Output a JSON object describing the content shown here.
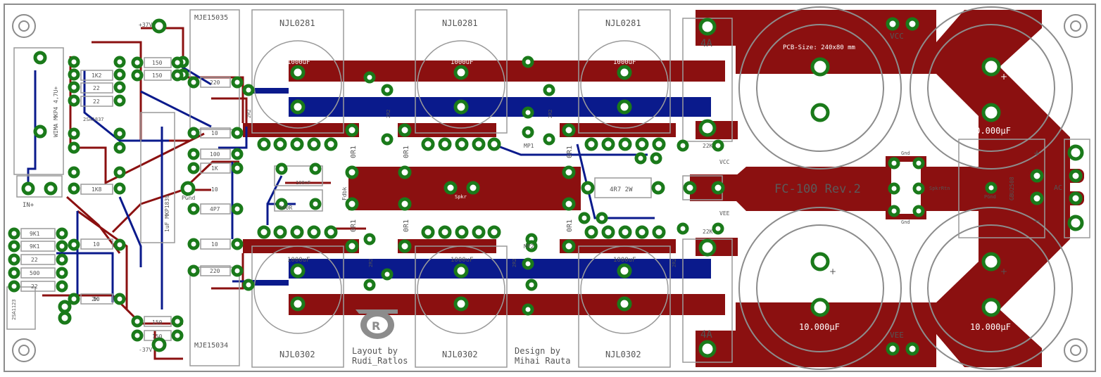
{
  "board": {
    "title": "FC-100 Rev.2",
    "pcb_size": "PCB-Size: 240x80 mm",
    "credit_layout_1": "Layout  by",
    "credit_layout_2": "Rudi_Ratlos",
    "credit_design_1": "Design  by",
    "credit_design_2": "Mihai Rauta"
  },
  "colors": {
    "copper_top": "#8b1010",
    "copper_bottom": "#0a1a8c",
    "pad": "#1a7a1a",
    "silk": "#8c8c8c"
  },
  "transistors": {
    "top": [
      "NJL0281",
      "NJL0281",
      "NJL0281"
    ],
    "bottom": [
      "NJL0302",
      "NJL0302",
      "NJL0302"
    ],
    "driver_top": "MJE15035",
    "driver_bottom": "MJE15034"
  },
  "capacitors": {
    "small": "1000uF",
    "big": "10.000µF",
    "input": "WIMA MKP4 4,7U+",
    "mkp": "1uF MKP1839",
    "c100n": "100nF"
  },
  "fuses": [
    "4A",
    "4A"
  ],
  "rails": {
    "vcc": "VCC",
    "vee": "VEE",
    "vcc_small": "VCC",
    "vee_small": "VEE"
  },
  "labels": {
    "gnd_top": "Gnd",
    "gnd_bottom": "Gnd",
    "spkr_rtn": "SpkrRtn",
    "pgnd": "PGnd",
    "ac": "AC",
    "bridge": "GBU2508",
    "spkr": "Spkr",
    "in": "IN+",
    "r22k_a": "22K",
    "r22k_b": "22K",
    "r4p7": "4R7 2W",
    "pot": "500R",
    "fdbk": "Fdbk",
    "mp1": "MP1",
    "mp2": "MP2",
    "p37v": "+37V",
    "m37v": "-37V",
    "pfgnd": "PGnd",
    "q_left": "2SA1123"
  },
  "resistors_left": [
    "1K2",
    "22",
    "22",
    "2SA1837",
    "1K8",
    "10",
    "10",
    "9K1",
    "9K1",
    "22",
    "500",
    "22",
    "2K",
    "150",
    "150",
    "150",
    "150"
  ],
  "resistors_mid": [
    "220",
    "10",
    "100",
    "1K",
    "10",
    "4P7",
    "10",
    "220"
  ],
  "emitter_r": [
    "0R1",
    "0R1",
    "0R1",
    "0R1",
    "0R1",
    "0R1"
  ],
  "base_r": [
    "2R2",
    "2R2",
    "2R2",
    "2R2",
    "2R2",
    "2R2"
  ]
}
